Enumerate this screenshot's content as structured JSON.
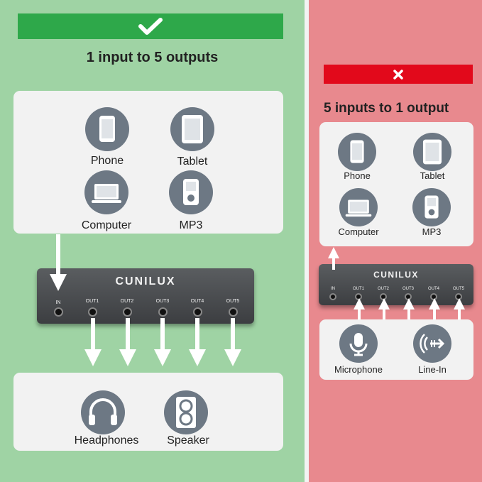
{
  "left": {
    "heading": "1 input to 5 outputs",
    "sources": [
      "Phone",
      "Tablet",
      "Computer",
      "MP3"
    ],
    "outputs": [
      "Headphones",
      "Speaker"
    ]
  },
  "right": {
    "heading": "5 inputs to 1 output",
    "outputs": [
      "Phone",
      "Tablet",
      "Computer",
      "MP3"
    ],
    "sources": [
      "Microphone",
      "Line-In"
    ]
  },
  "device": {
    "brand": "CUNILUX",
    "ports": [
      "IN",
      "OUT1",
      "OUT2",
      "OUT3",
      "OUT4",
      "OUT5"
    ]
  },
  "colors": {
    "good": "#2ea84a",
    "bad": "#e2091b",
    "left_bg": "#9fd3a4",
    "right_bg": "#e8898e"
  },
  "icons": [
    "check-icon",
    "cross-icon",
    "phone-icon",
    "tablet-icon",
    "laptop-icon",
    "mp3-player-icon",
    "headphones-icon",
    "speaker-icon",
    "microphone-icon",
    "line-in-icon"
  ]
}
